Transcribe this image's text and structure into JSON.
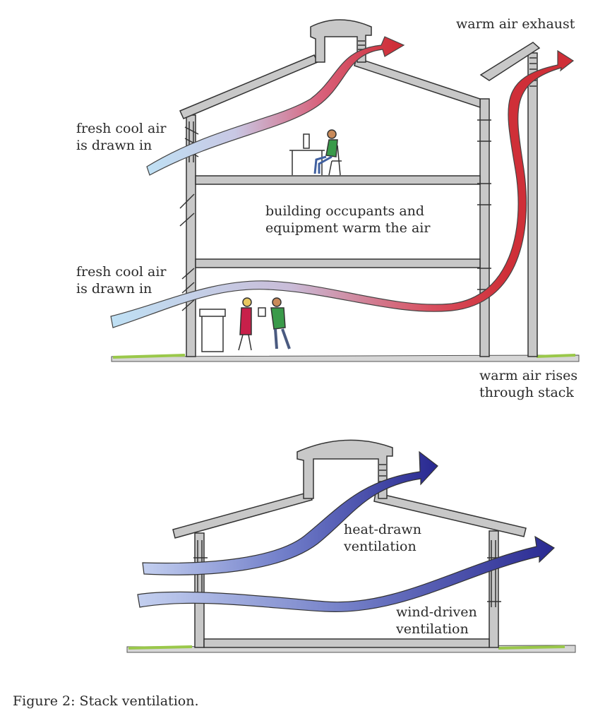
{
  "diagram_top": {
    "labels": {
      "warm_air_exhaust": "warm air exhaust",
      "fresh_cool_air_upper": [
        "fresh cool air",
        "is drawn in"
      ],
      "occupants_warm": [
        "building occupants and",
        "equipment warm the air"
      ],
      "fresh_cool_air_lower": [
        "fresh cool air",
        "is drawn in"
      ],
      "warm_air_rises": [
        "warm air rises",
        "through stack"
      ]
    }
  },
  "diagram_bottom": {
    "labels": {
      "heat_drawn": [
        "heat-drawn",
        "ventilation"
      ],
      "wind_driven": [
        "wind-driven",
        "ventilation"
      ]
    }
  },
  "caption": "Figure 2: Stack ventilation.",
  "colors": {
    "wall": "#c8c8c8",
    "outline": "#333333",
    "cool_air": "#bcdcf2",
    "warm_air": "#d2343c",
    "breeze": "#34349a",
    "breeze_light": "#b8c4ec",
    "grass": "#9ac84a"
  }
}
